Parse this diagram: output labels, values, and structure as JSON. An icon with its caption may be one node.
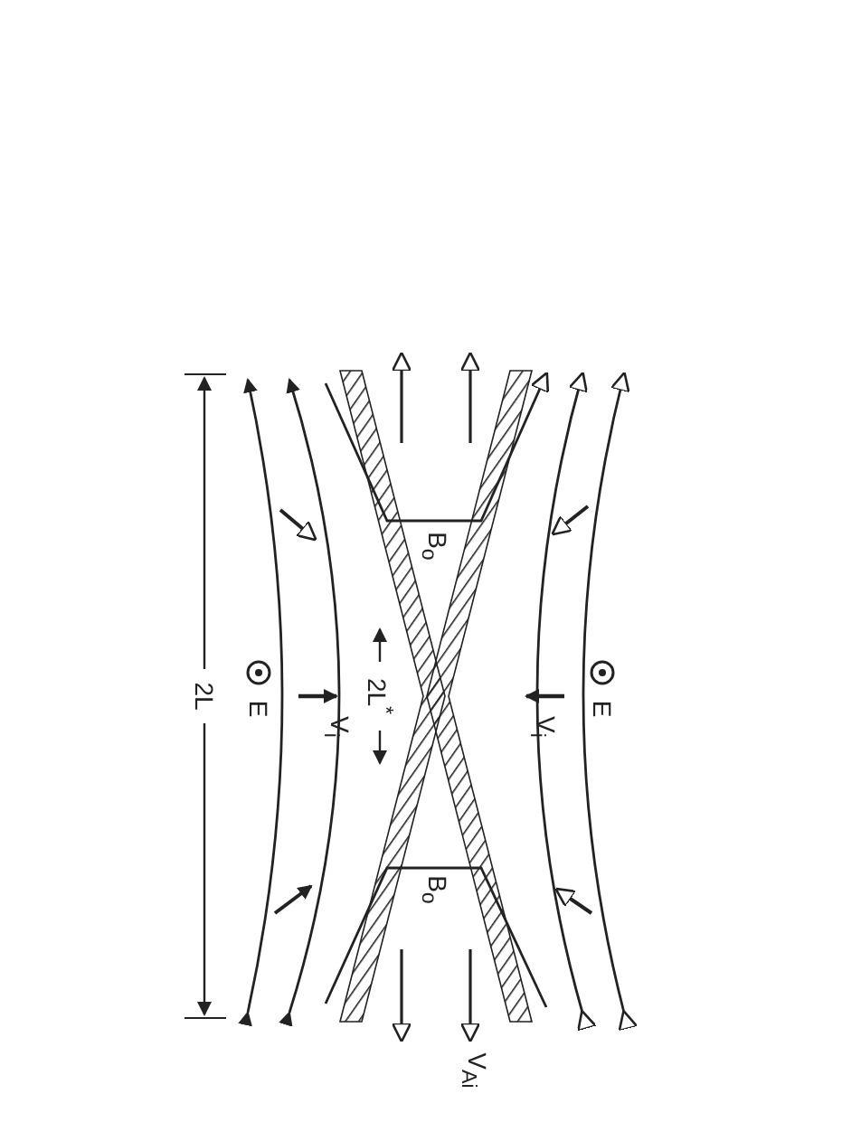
{
  "diagram": {
    "labels": [
      "2L",
      "E",
      "V$_{i}$",
      "2L$^{*}$",
      "B$_{o}$",
      "B$_{o}$",
      "V$_{i}$",
      "E",
      "V$_{Ai}$"
    ]
  }
}
